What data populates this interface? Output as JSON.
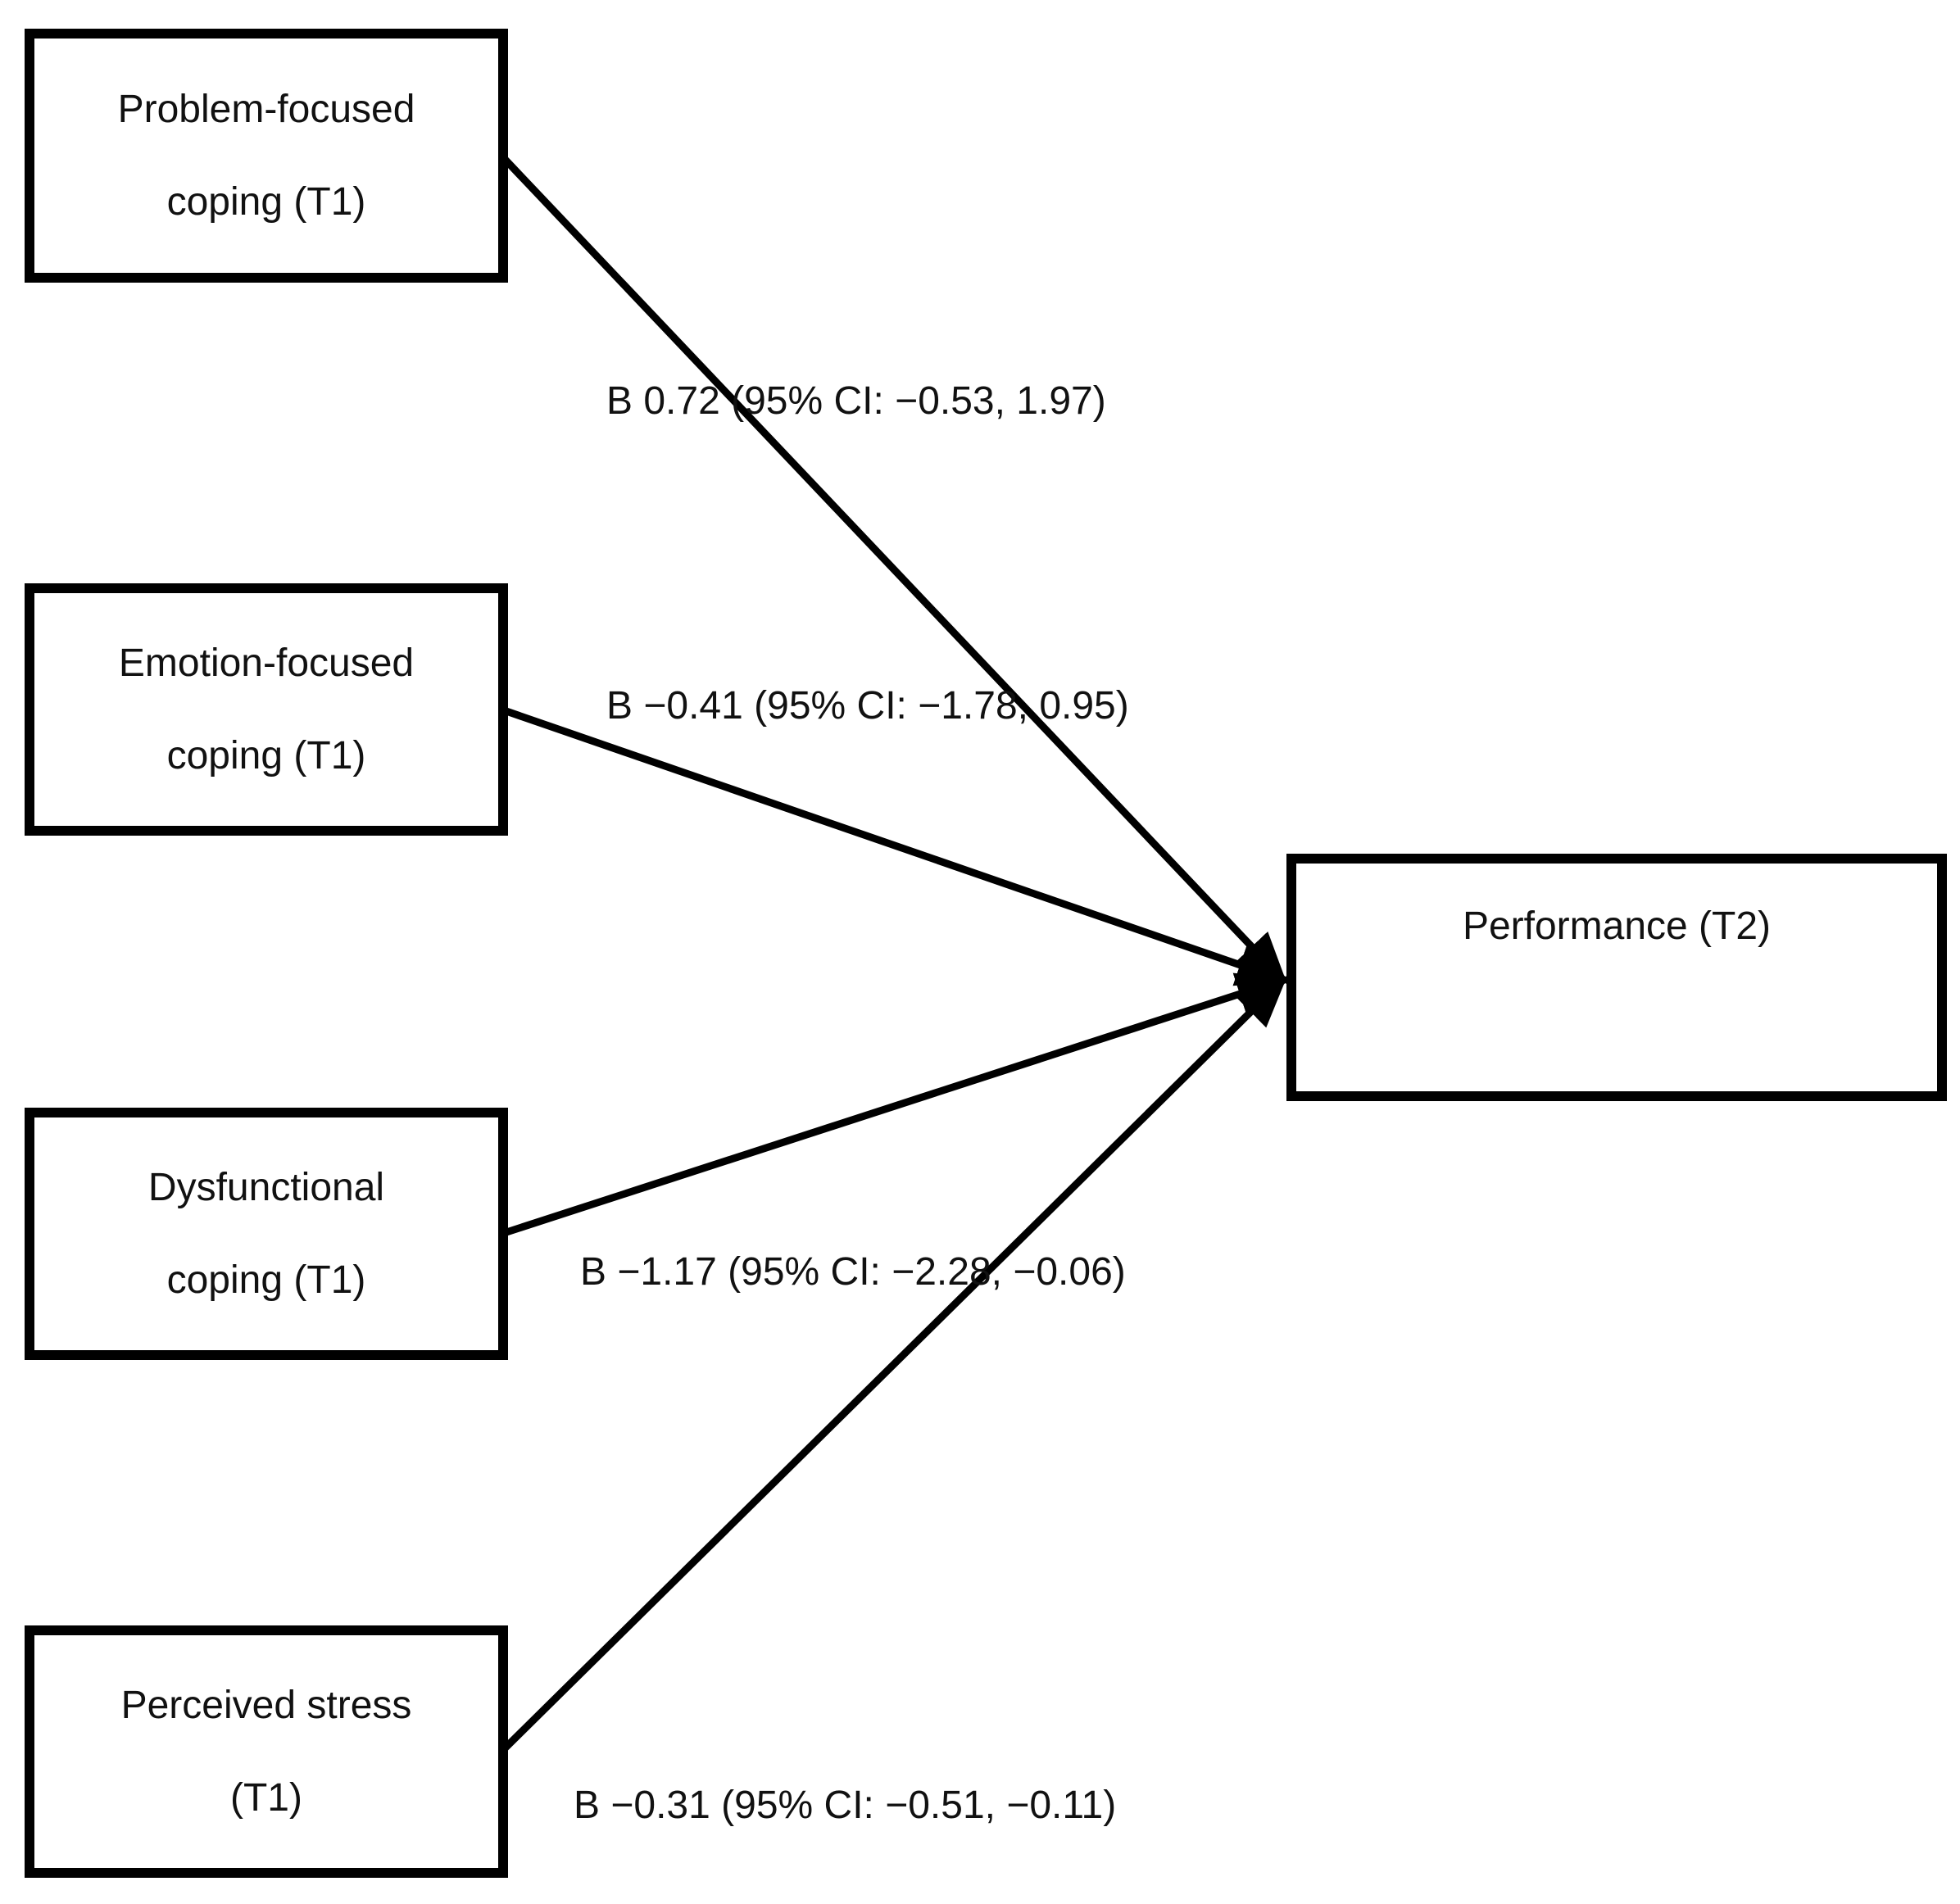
{
  "diagram": {
    "type": "path-model",
    "boxes": [
      {
        "id": "problem-focused",
        "label": "Problem-focused\ncoping (T1)"
      },
      {
        "id": "emotion-focused",
        "label": "Emotion-focused\ncoping (T1)"
      },
      {
        "id": "dysfunctional",
        "label": "Dysfunctional\ncoping (T1)"
      },
      {
        "id": "perceived-stress",
        "label": "Perceived stress\n(T1)"
      },
      {
        "id": "performance",
        "label": "Performance (T2)"
      }
    ],
    "edges": [
      {
        "from": "Problem-focused coping (T1)",
        "to": "Performance (T2)",
        "label": "B 0.72 (95% CI: −0.53, 1.97)",
        "b": "0.72",
        "ci": "−0.53, 1.97"
      },
      {
        "from": "Emotion-focused coping (T1)",
        "to": "Performance (T2)",
        "label": "B −0.41 (95% CI: −1.78, 0.95)",
        "b": "−0.41",
        "ci": "−1.78, 0.95"
      },
      {
        "from": "Dysfunctional coping (T1)",
        "to": "Performance (T2)",
        "label": "B −1.17 (95% CI: −2.28, −0.06)",
        "b": "−1.17",
        "ci": "−2.28, −0.06"
      },
      {
        "from": "Perceived stress (T1)",
        "to": "Performance (T2)",
        "label": "B −0.31 (95% CI: −0.51, −0.11)",
        "b": "−0.31",
        "ci": "−0.51, −0.11"
      }
    ],
    "colors": {
      "line": "#000000",
      "text": "#111111",
      "background": "#ffffff"
    }
  }
}
